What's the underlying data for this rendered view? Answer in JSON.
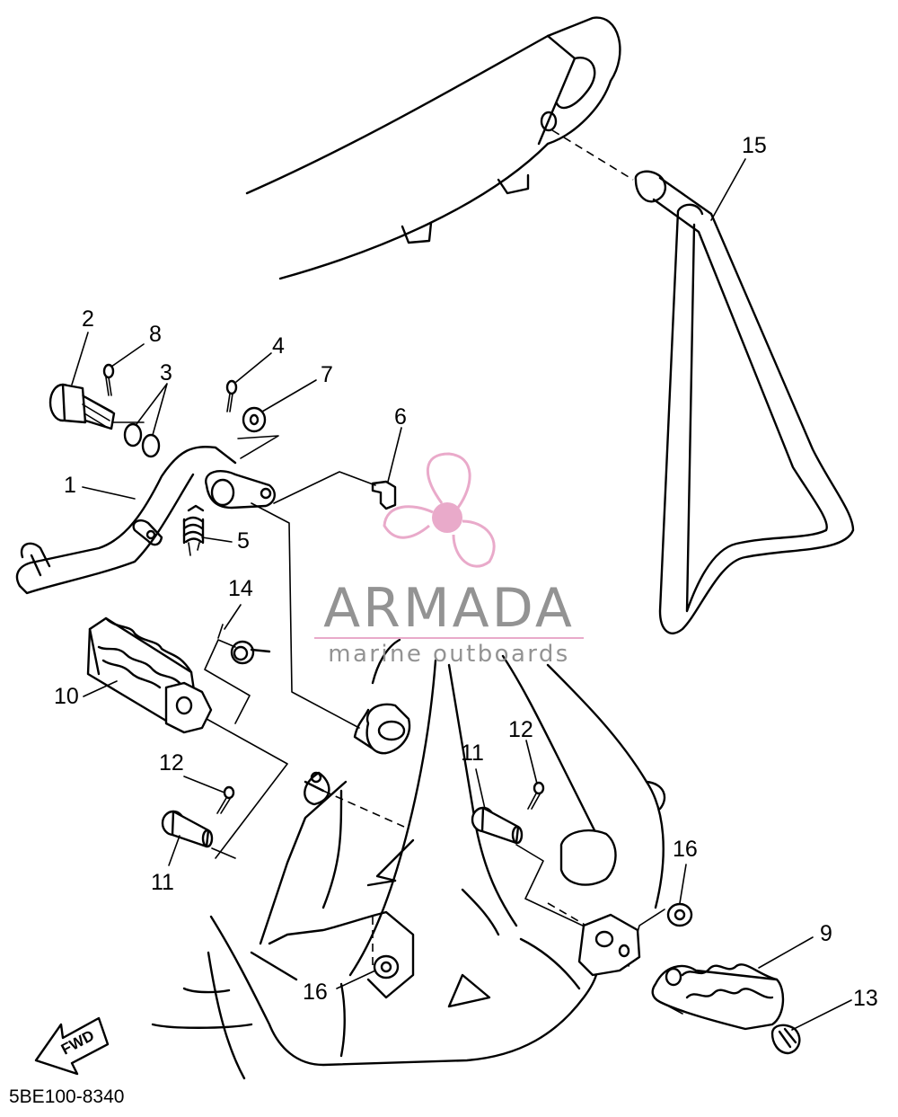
{
  "diagram": {
    "drawing_code": "5BE100-8340",
    "direction_label": "FWD",
    "callouts": [
      "1",
      "2",
      "3",
      "4",
      "5",
      "6",
      "7",
      "8",
      "9",
      "10",
      "11",
      "11",
      "12",
      "12",
      "13",
      "14",
      "15",
      "16",
      "16"
    ]
  },
  "watermark": {
    "brand": "ARMADA",
    "tagline": "marine outboards",
    "logo_icon": "propeller-icon",
    "colors": {
      "logo": "#e8a3c6",
      "text": "#8a8a8a"
    }
  }
}
